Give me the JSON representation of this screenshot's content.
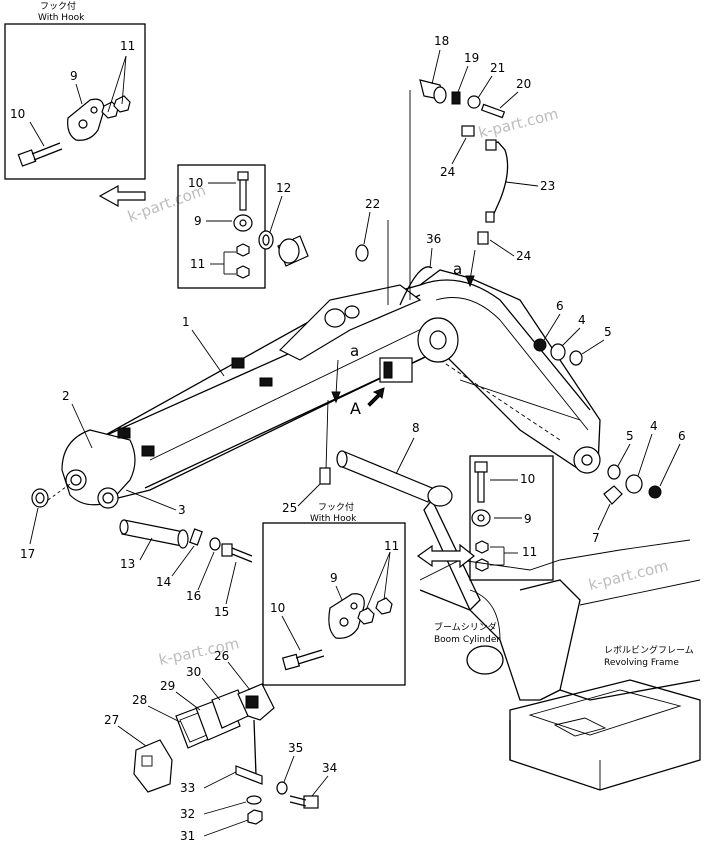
{
  "insets": {
    "top_left": {
      "title_jp": "フック付",
      "title_en": "With Hook"
    },
    "bottom_center": {
      "title_jp": "フック付",
      "title_en": "With Hook"
    }
  },
  "callouts": {
    "boom_cylinder_jp": "ブームシリンダ",
    "boom_cylinder_en": "Boom Cylinder",
    "revolving_frame_jp": "レボルビングフレーム",
    "revolving_frame_en": "Revolving Frame",
    "view_A": "A",
    "ref_a1": "a",
    "ref_a2": "a"
  },
  "watermark": "k-part.com",
  "parts": {
    "p1": "1",
    "p2": "2",
    "p3": "3",
    "p4a": "4",
    "p4b": "4",
    "p5a": "5",
    "p5b": "5",
    "p6a": "6",
    "p6b": "6",
    "p7": "7",
    "p8": "8",
    "p9a": "9",
    "p9b": "9",
    "p9c": "9",
    "p9d": "9",
    "p10a": "10",
    "p10b": "10",
    "p10c": "10",
    "p10d": "10",
    "p11a": "11",
    "p11b": "11",
    "p11c": "11",
    "p11d": "11",
    "p12": "12",
    "p13": "13",
    "p14": "14",
    "p15": "15",
    "p16": "16",
    "p17": "17",
    "p18": "18",
    "p19": "19",
    "p20": "20",
    "p21": "21",
    "p22": "22",
    "p23": "23",
    "p24a": "24",
    "p24b": "24",
    "p25": "25",
    "p26": "26",
    "p27": "27",
    "p28": "28",
    "p29": "29",
    "p30": "30",
    "p31": "31",
    "p32": "32",
    "p33": "33",
    "p34": "34",
    "p35": "35",
    "p36": "36"
  }
}
